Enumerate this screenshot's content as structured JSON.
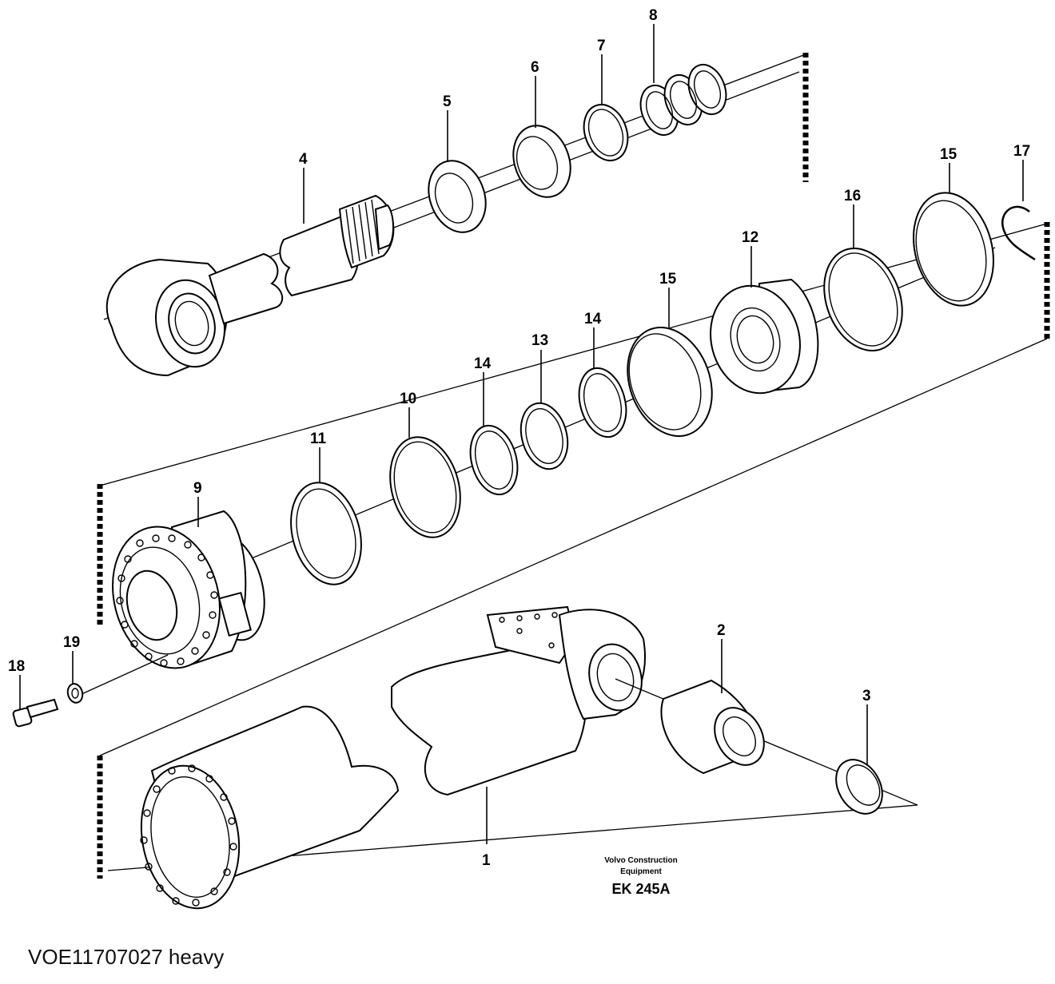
{
  "caption": "VOE11707027 heavy",
  "brand": {
    "line1": "Volvo Construction",
    "line2": "Equipment",
    "code": "EK 245A"
  },
  "labels": {
    "l1": "1",
    "l2": "2",
    "l3": "3",
    "l4": "4",
    "l5": "5",
    "l6": "6",
    "l7": "7",
    "l8": "8",
    "l9": "9",
    "l10": "10",
    "l11": "11",
    "l12": "12",
    "l13": "13",
    "l14a": "14",
    "l14b": "14",
    "l15a": "15",
    "l15b": "15",
    "l16": "16",
    "l17": "17",
    "l18": "18",
    "l19": "19"
  }
}
